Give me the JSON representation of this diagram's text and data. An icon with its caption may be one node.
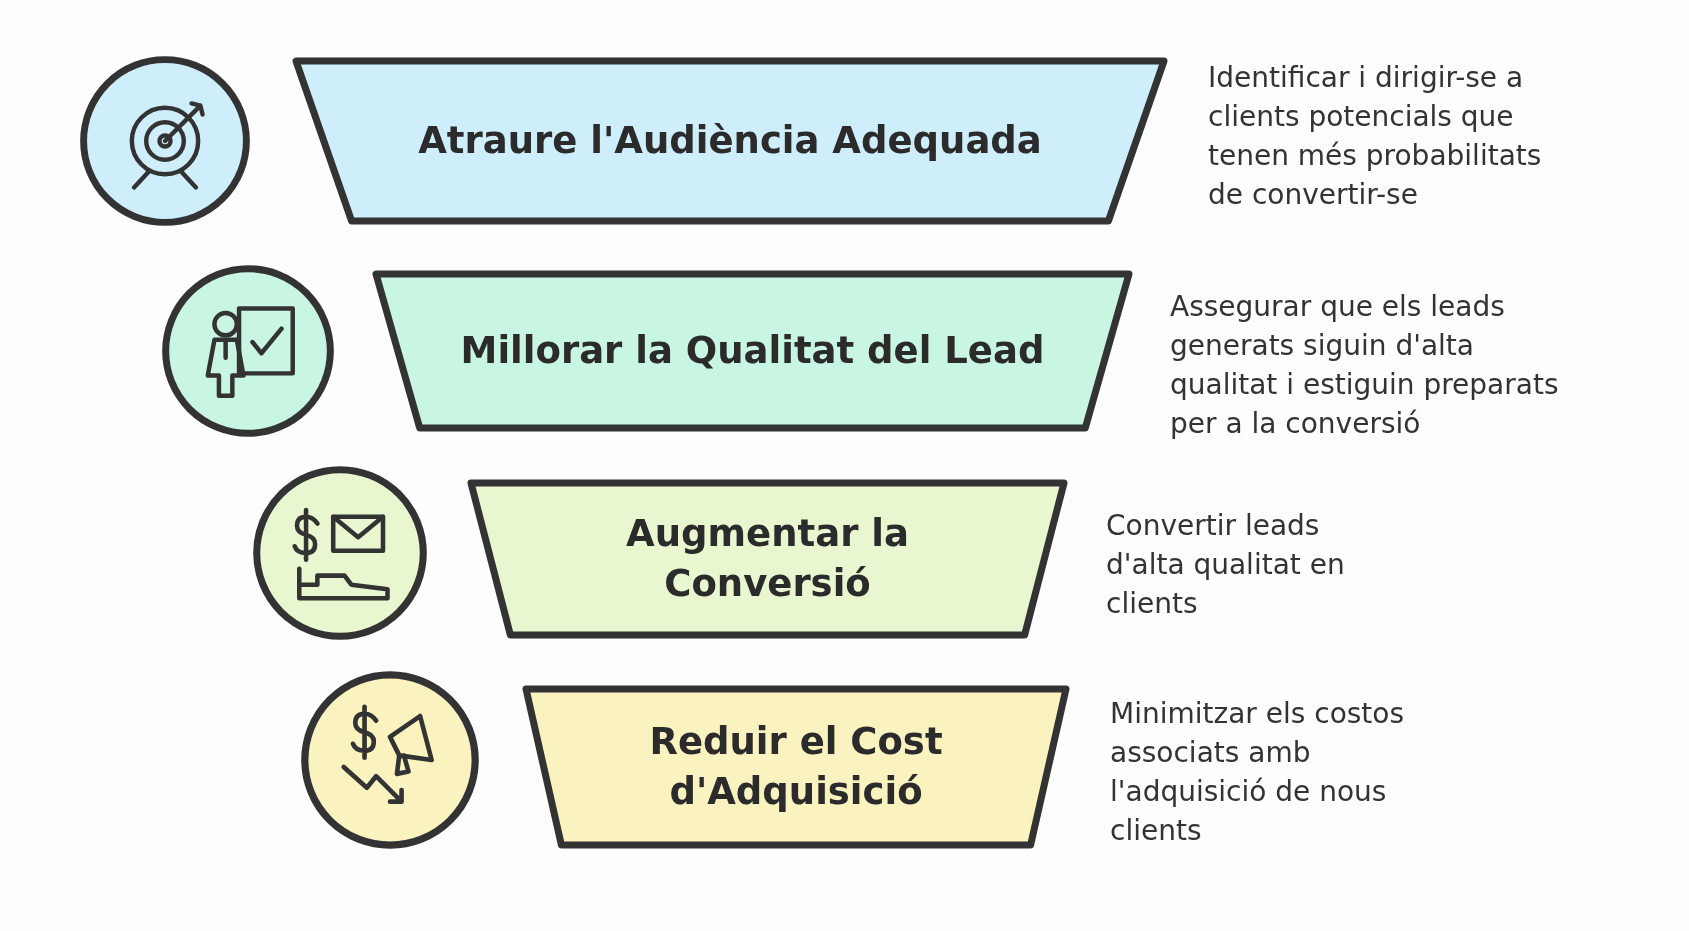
{
  "diagram": {
    "nodes": [
      {
        "text": [
          "Atraure l'Audiència Adequada"
        ],
        "beside": [
          "Identificar i dirigir-se a clients potencials que tenen més probabilitats de convertir-se"
        ]
      },
      {
        "text": [
          "Millorar la Qualitat del Lead"
        ],
        "beside": [
          "Assegurar que els leads generats siguin d'alta qualitat i estiguin preparats per a la conversió"
        ]
      },
      {
        "text": [
          "Augmentar la Conversió"
        ],
        "beside": [
          "Convertir leads d'alta qualitat en clients"
        ]
      },
      {
        "text": [
          "Reduir el Cost d'Adquisició"
        ],
        "beside": [
          "Minimitzar els costos associats amb l'adquisició de nous clients"
        ]
      }
    ]
  }
}
